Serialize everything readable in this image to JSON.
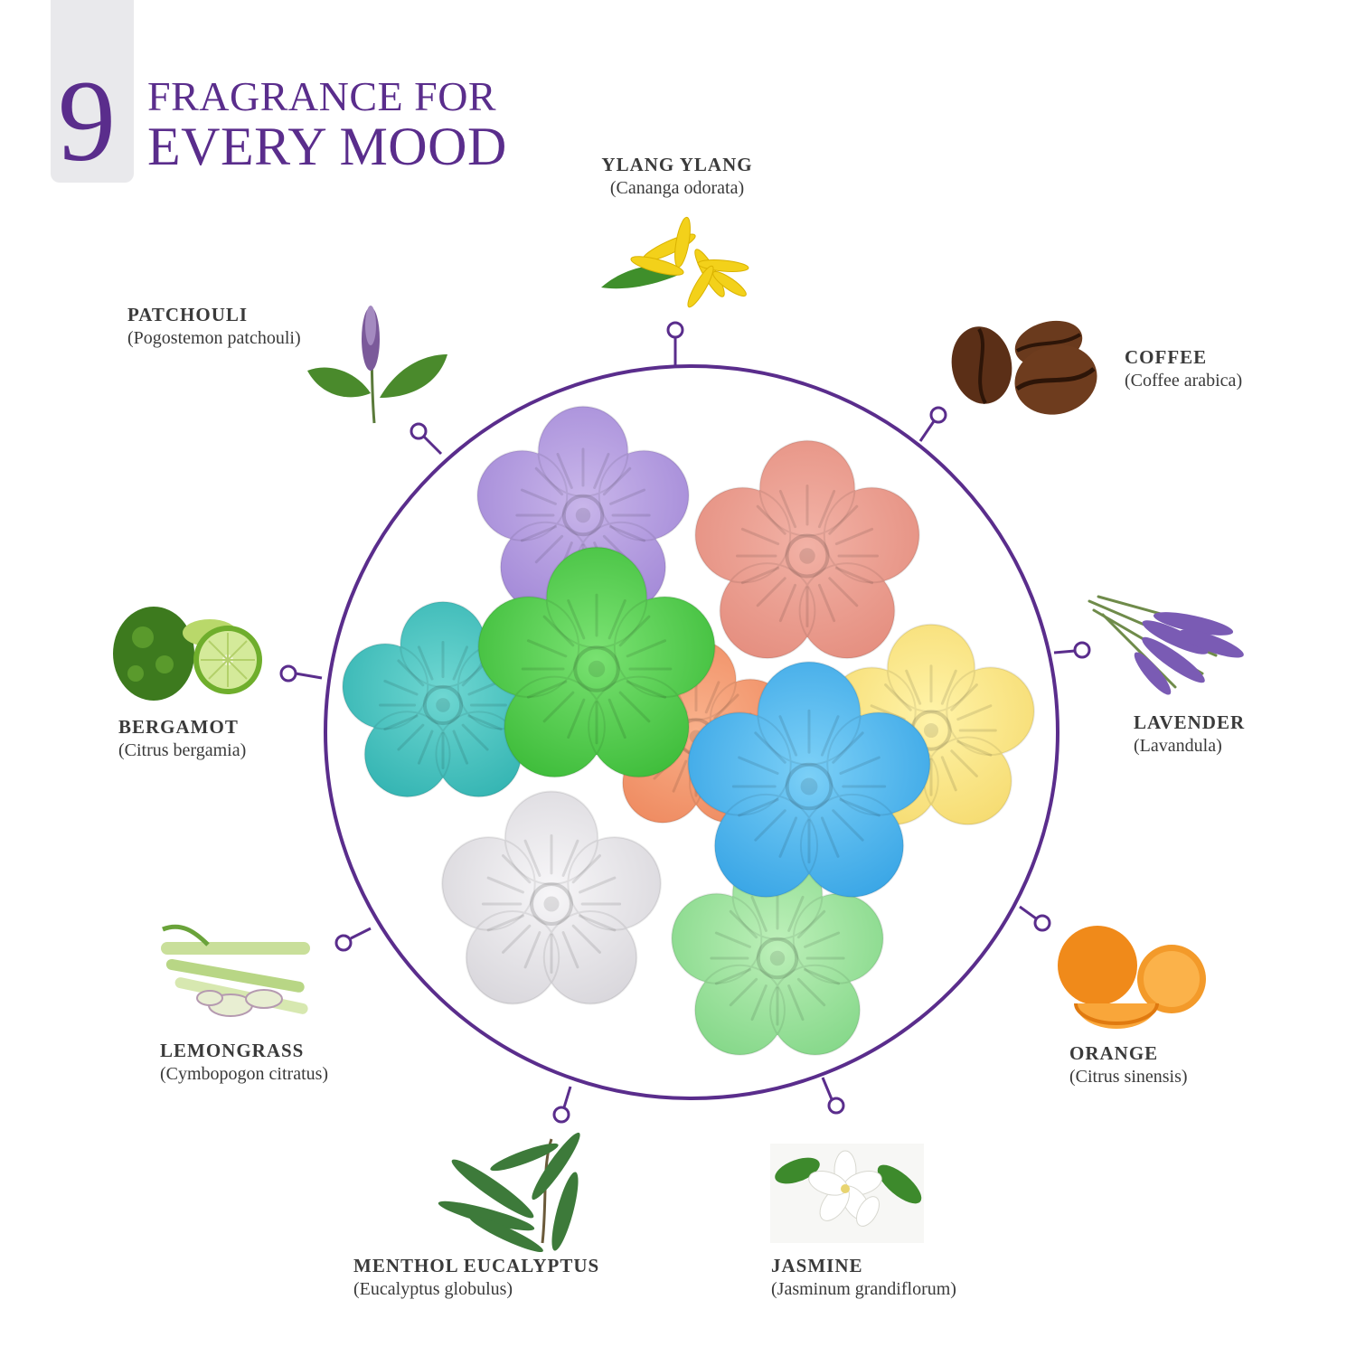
{
  "header": {
    "number": "9",
    "line1": "FRAGRANCE FOR",
    "line2": "EVERY MOOD"
  },
  "colors": {
    "accent": "#5a2d8c",
    "badge": "#e9e9ec",
    "text": "#3a3a3a"
  },
  "fragrances": [
    {
      "name": "YLANG YLANG",
      "latin": "(Cananga odorata)",
      "icon": "ylang-ylang-flower"
    },
    {
      "name": "COFFEE",
      "latin": "(Coffee arabica)",
      "icon": "coffee-beans"
    },
    {
      "name": "LAVENDER",
      "latin": "(Lavandula)",
      "icon": "lavender-sprigs"
    },
    {
      "name": "ORANGE",
      "latin": "(Citrus sinensis)",
      "icon": "orange-fruit"
    },
    {
      "name": "JASMINE",
      "latin": "(Jasminum grandiflorum)",
      "icon": "jasmine-flower"
    },
    {
      "name": "MENTHOL EUCALYPTUS",
      "latin": "(Eucalyptus globulus)",
      "icon": "eucalyptus-leaves"
    },
    {
      "name": "LEMONGRASS",
      "latin": "(Cymbopogon  citratus)",
      "icon": "lemongrass-stalks"
    },
    {
      "name": "BERGAMOT",
      "latin": "(Citrus bergamia)",
      "icon": "bergamot-fruit"
    },
    {
      "name": "PATCHOULI",
      "latin": "(Pogostemon patchouli)",
      "icon": "patchouli-plant"
    }
  ],
  "bath_bombs": [
    "purple",
    "pink",
    "teal",
    "green",
    "orange",
    "yellow",
    "blue",
    "white",
    "mint"
  ]
}
